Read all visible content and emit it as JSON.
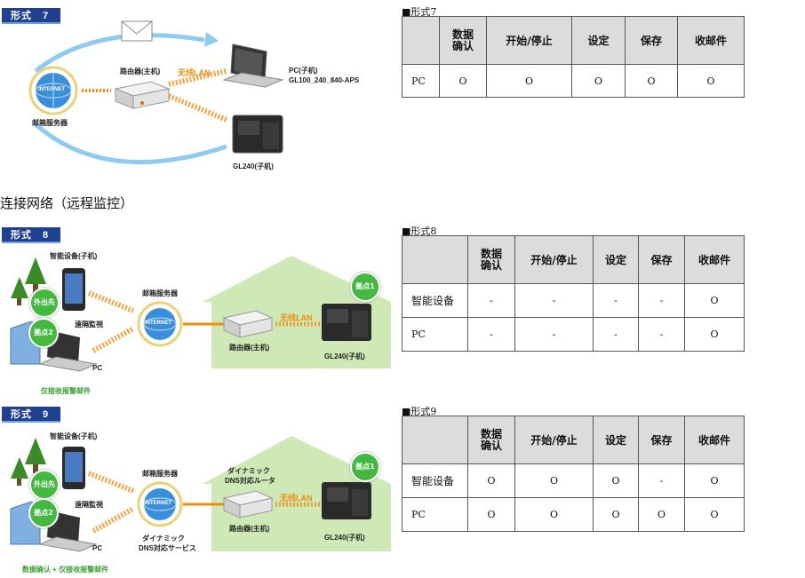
{
  "diagram7": {
    "tag": "形式　7",
    "mail_server": "邮箱服务器",
    "router": "路由器(主机)",
    "wlan": "无线LAN",
    "pc_line1": "PC(子机)",
    "pc_line2": "GL100_240_840-APS",
    "device": "GL240(子机)",
    "internet": "INTERNET"
  },
  "section_title": "连接网络（远程监控）",
  "diagram8": {
    "tag": "形式　8",
    "smart_device": "智能设备(子机)",
    "outside": "外出先",
    "base2": "拠点2",
    "base1": "拠点1",
    "remote": "遠隔監視",
    "pc": "PC",
    "mail_server": "邮箱服务器",
    "router": "路由器(主机)",
    "wlan": "无线LAN",
    "device": "GL240(子机)",
    "note": "仅接收报警邮件",
    "internet": "INTERNET"
  },
  "diagram9": {
    "tag": "形式　9",
    "smart_device": "智能设备(子机)",
    "outside": "外出先",
    "base2": "拠点2",
    "base1": "拠点1",
    "remote": "遠隔監視",
    "pc": "PC",
    "mail_server": "邮箱服务器",
    "dns_service_1": "ダイナミック",
    "dns_service_2": "DNS対応サービス",
    "dns_router_1": "ダイナミック",
    "dns_router_2": "DNS対応ルータ",
    "router": "路由器(主机)",
    "wlan": "无线LAN",
    "device": "GL240(子机)",
    "note": "数据确认 + 仅接收报警邮件",
    "internet": "INTERNET"
  },
  "table7": {
    "caption": "■形式7",
    "headers": [
      "数据\n确认",
      "开始/停止",
      "设定",
      "保存",
      "收邮件"
    ],
    "rows": [
      {
        "name": "PC",
        "cells": [
          "O",
          "O",
          "O",
          "O",
          "O"
        ]
      }
    ]
  },
  "table8": {
    "caption": "■形式8",
    "headers": [
      "数据\n确认",
      "开始/停止",
      "设定",
      "保存",
      "收邮件"
    ],
    "rows": [
      {
        "name": "智能设备",
        "cells": [
          "-",
          "-",
          "-",
          "-",
          "O"
        ]
      },
      {
        "name": "PC",
        "cells": [
          "-",
          "-",
          "-",
          "-",
          "O"
        ]
      }
    ]
  },
  "table9": {
    "caption": "■形式9",
    "headers": [
      "数据\n确认",
      "开始/停止",
      "设定",
      "保存",
      "收邮件"
    ],
    "rows": [
      {
        "name": "智能设备",
        "cells": [
          "O",
          "O",
          "O",
          "-",
          "O"
        ]
      },
      {
        "name": "PC",
        "cells": [
          "O",
          "O",
          "O",
          "O",
          "O"
        ]
      }
    ]
  },
  "colors": {
    "tag_bg": "#1f3f8f",
    "wlan": "#f08c10",
    "arc": "#8fcbf0",
    "house": "#cfe9b6",
    "badge": "#44b840",
    "header_bg": "#dcdcdc"
  }
}
